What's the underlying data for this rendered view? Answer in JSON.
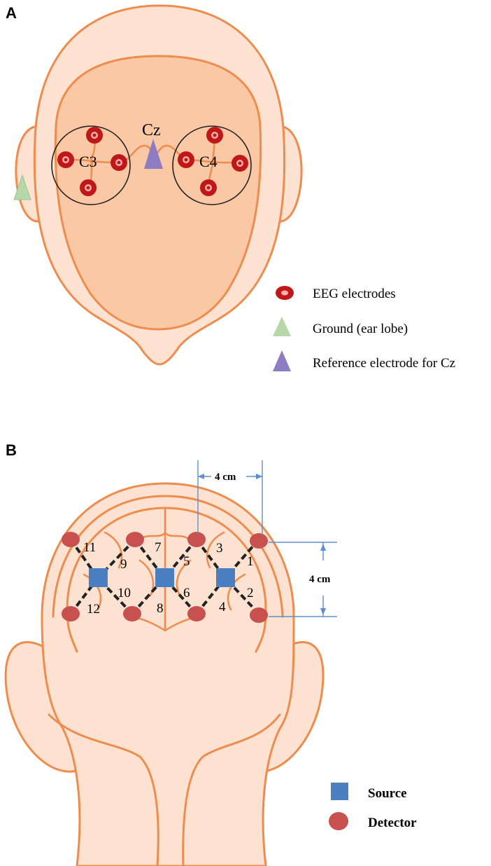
{
  "panel_a": {
    "letter": "A",
    "labels": {
      "c3": "C3",
      "c4": "C4",
      "cz": "Cz"
    },
    "legend": [
      {
        "label": "EEG electrodes",
        "marker": "red-electrode",
        "color": "#c01818"
      },
      {
        "label": "Ground (ear lobe)",
        "marker": "triangle",
        "color": "#b6d7a8"
      },
      {
        "label": "Reference electrode for Cz",
        "marker": "triangle",
        "color": "#8e7cc3"
      }
    ]
  },
  "panel_b": {
    "letter": "B",
    "channels": [
      "1",
      "2",
      "3",
      "4",
      "5",
      "6",
      "7",
      "8",
      "9",
      "10",
      "11",
      "12"
    ],
    "dimension_horizontal": "4 cm",
    "dimension_vertical": "4 cm",
    "legend": [
      {
        "label": "Source",
        "marker": "square",
        "color": "#4a7fc1"
      },
      {
        "label": "Detector",
        "marker": "circle",
        "color": "#c8504f"
      }
    ]
  }
}
